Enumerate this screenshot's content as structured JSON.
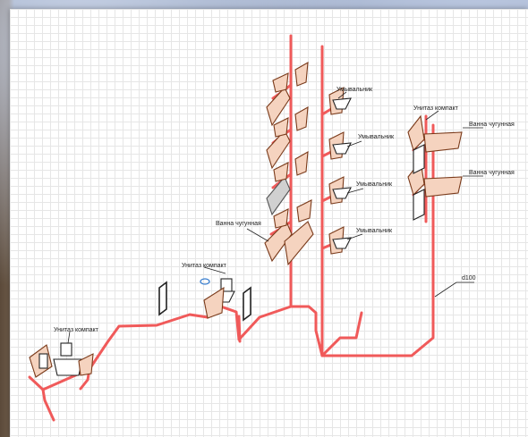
{
  "labels": {
    "toilet": "Унитаз компакт",
    "washbasin": "Умывальник",
    "bathtub": "Ванна чугунная",
    "pipe_diameter": "d100"
  },
  "colors": {
    "pipe": "#f05a5a",
    "fixture_fill": "#f5d3bf",
    "fixture_stroke": "#7a3a1a",
    "gray_bath": "#c8c8c8",
    "grid": "#e6e6e6",
    "marker": "#3a7fd0"
  }
}
